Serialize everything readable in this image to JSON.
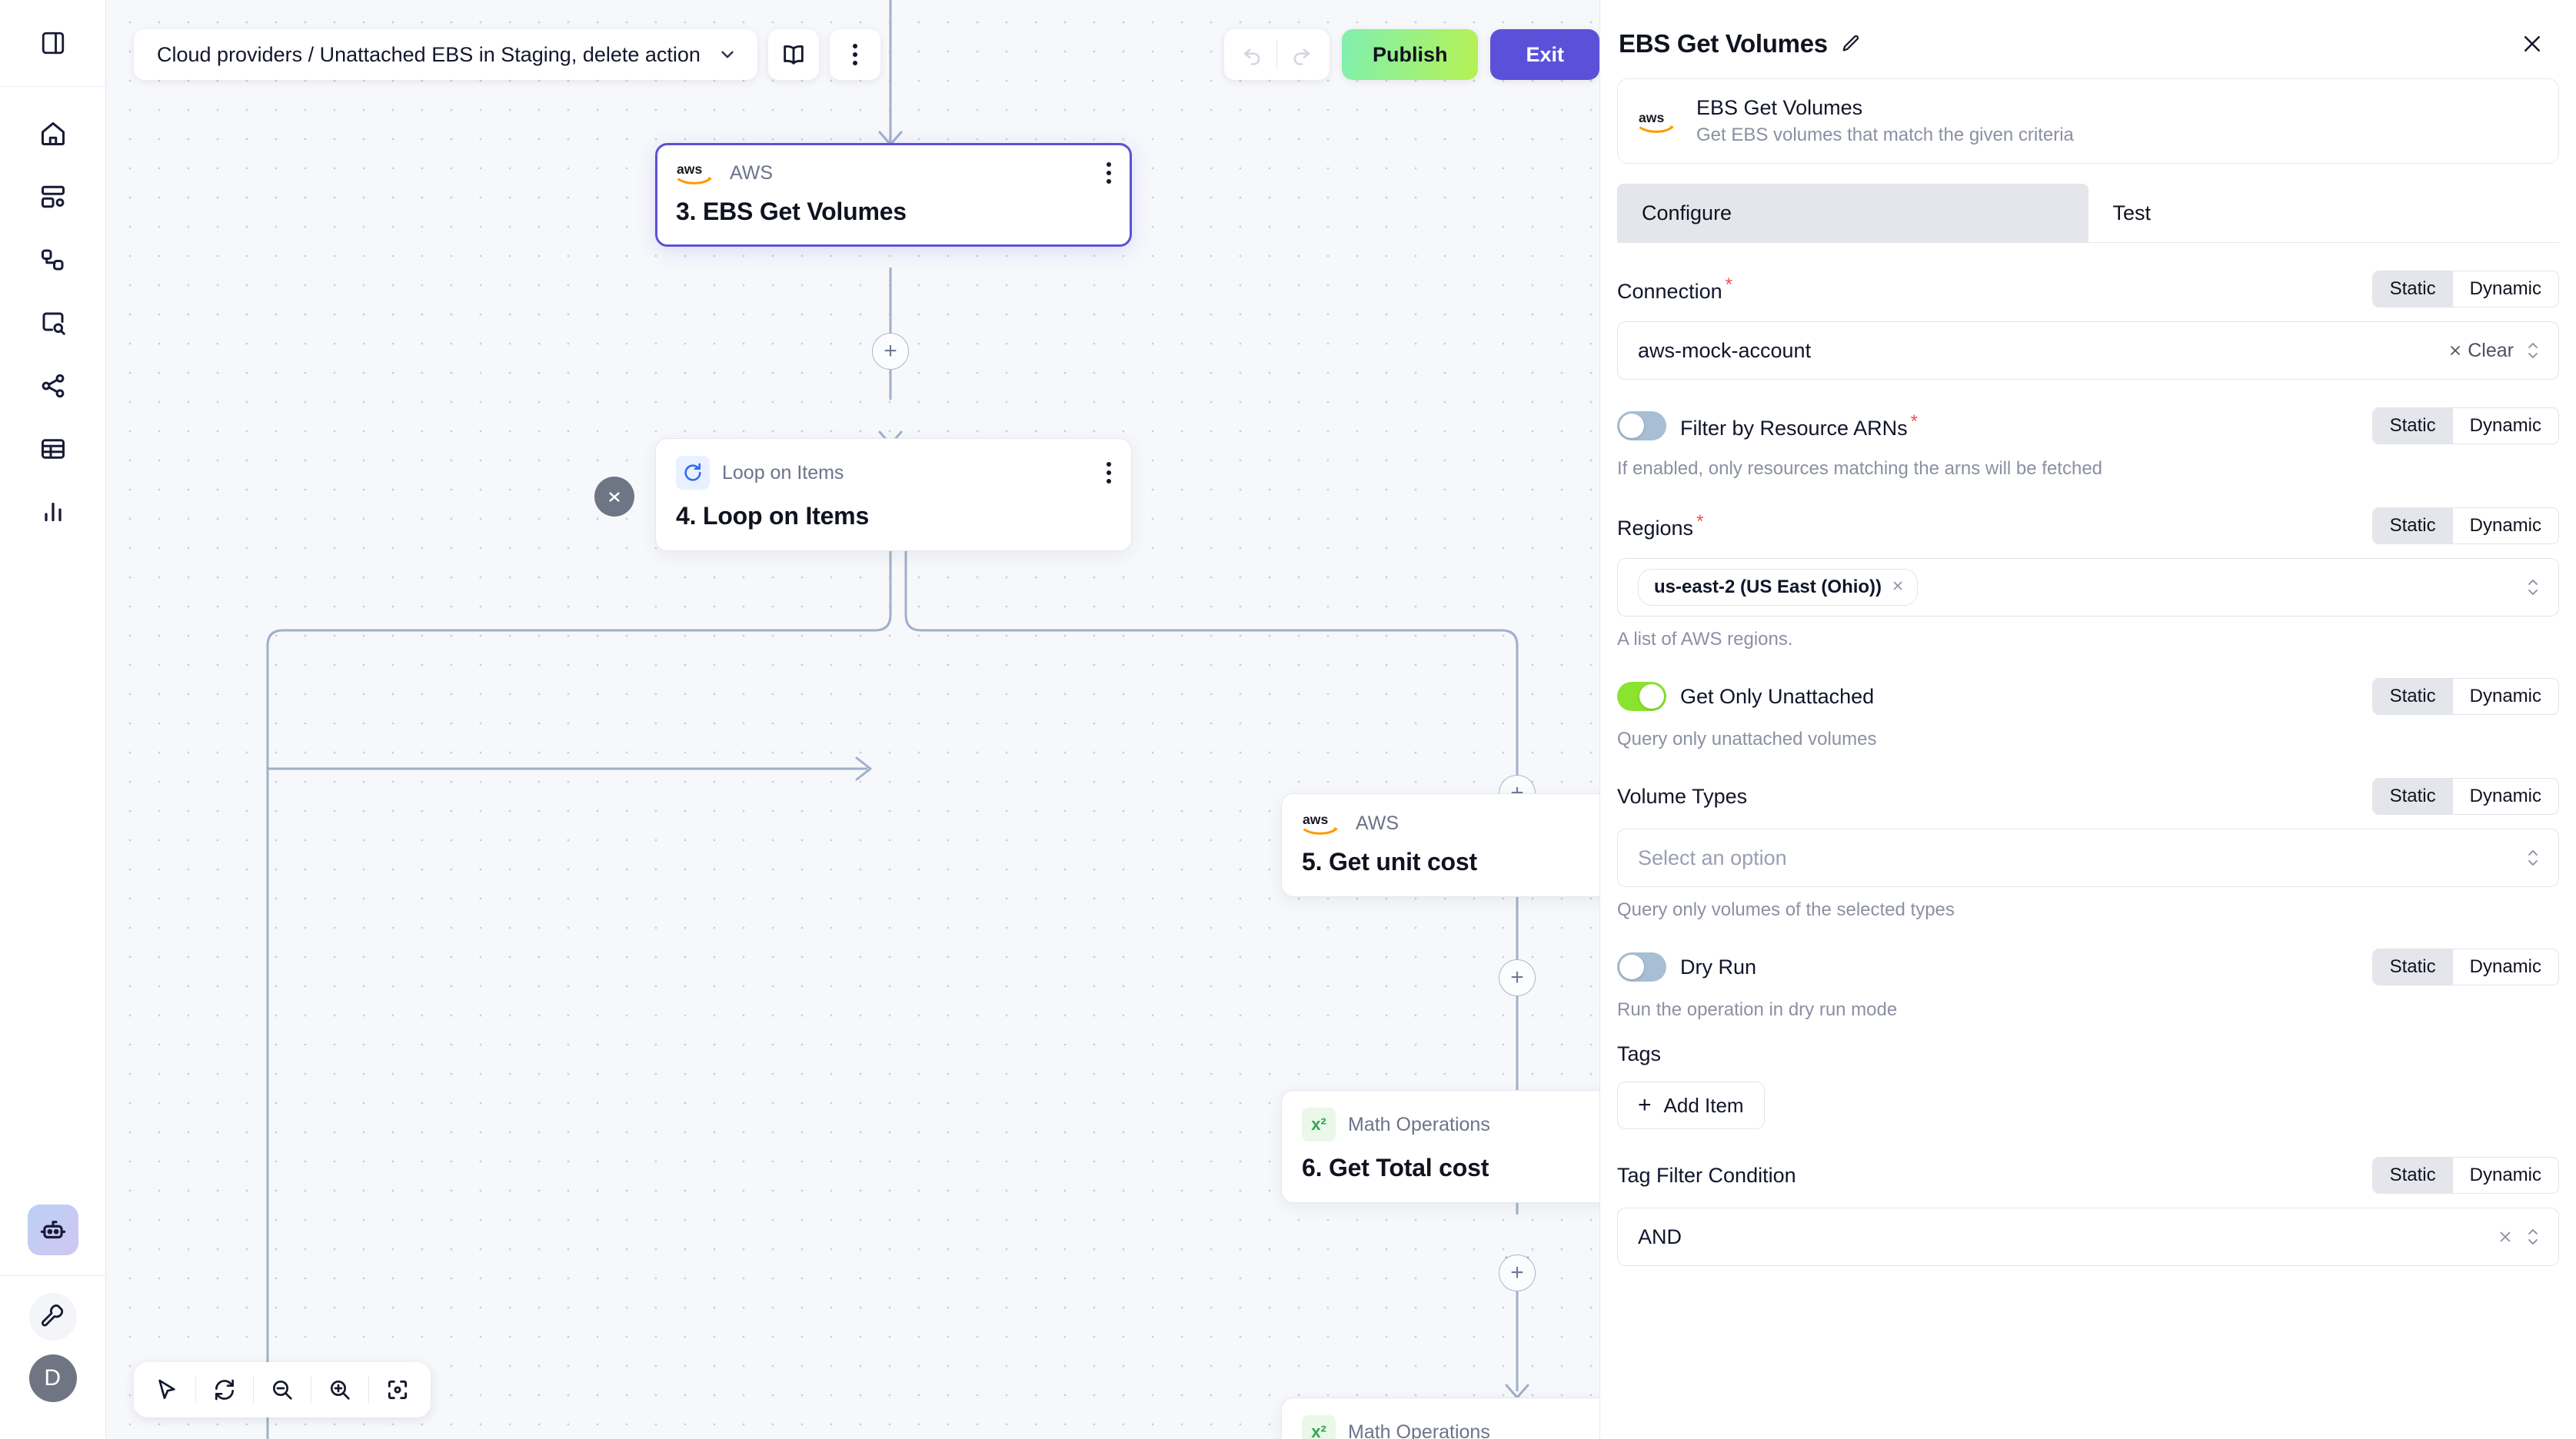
{
  "rail": {
    "top_icon": "panel-toggle-icon",
    "items": [
      {
        "icon": "home-icon",
        "name": "home"
      },
      {
        "icon": "dashboard-settings-icon",
        "name": "workflows"
      },
      {
        "icon": "nodes-icon",
        "name": "integrations"
      },
      {
        "icon": "search-resource-icon",
        "name": "explorer"
      },
      {
        "icon": "share-network-icon",
        "name": "connections"
      },
      {
        "icon": "table-icon",
        "name": "tables"
      },
      {
        "icon": "bar-chart-icon",
        "name": "analytics"
      }
    ],
    "bottom": {
      "robot_icon": "robot-icon",
      "wrench_icon": "wrench-icon",
      "avatar_initial": "D"
    }
  },
  "topbar": {
    "breadcrumb": "Cloud providers / Unattached EBS in Staging, delete action",
    "chevron_icon": "chevron-down-icon",
    "book_icon": "book-icon",
    "more_icon": "more-vertical-icon",
    "undo_icon": "undo-icon",
    "redo_icon": "redo-icon",
    "publish_label": "Publish",
    "exit_label": "Exit",
    "publish_color": "#b6f153",
    "exit_color": "#5b51d8"
  },
  "canvas": {
    "nodes": [
      {
        "type": "AWS",
        "icon": "aws-logo-icon",
        "title": "3. EBS Get Volumes",
        "selected": true
      },
      {
        "type": "Loop on Items",
        "icon": "loop-icon",
        "title": "4. Loop on Items",
        "selected": false
      },
      {
        "type": "AWS",
        "icon": "aws-logo-icon",
        "title": "5. Get unit cost",
        "selected": false
      },
      {
        "type": "Math Operations",
        "icon": "math-icon",
        "title": "6. Get Total cost",
        "selected": false
      },
      {
        "type": "Math Operations",
        "icon": "math-icon",
        "title": "",
        "selected": false
      }
    ],
    "add_button_icon": "plus-icon",
    "collapse_icon": "collapse-chevrons-icon",
    "tools": [
      {
        "icon": "cursor-icon",
        "name": "select-tool"
      },
      {
        "icon": "refresh-icon",
        "name": "reset-tool"
      },
      {
        "icon": "zoom-out-icon",
        "name": "zoom-out-tool"
      },
      {
        "icon": "zoom-in-icon",
        "name": "zoom-in-tool"
      },
      {
        "icon": "fit-view-icon",
        "name": "fit-view-tool"
      }
    ]
  },
  "panel": {
    "title": "EBS Get Volumes",
    "edit_icon": "pencil-icon",
    "close_icon": "close-icon",
    "action": {
      "provider_icon": "aws-logo-icon",
      "name": "EBS Get Volumes",
      "description": "Get EBS volumes that match the given criteria"
    },
    "tabs": [
      {
        "label": "Configure",
        "active": true
      },
      {
        "label": "Test",
        "active": false
      }
    ],
    "segment": {
      "static": "Static",
      "dynamic": "Dynamic"
    },
    "fields": [
      {
        "key": "connection",
        "label": "Connection",
        "required": true,
        "mode": "Static",
        "control": "select",
        "value": "aws-mock-account",
        "clear_label": "Clear",
        "hint": ""
      },
      {
        "key": "filter_by_resource_arns",
        "label": "Filter by Resource ARNs",
        "required": true,
        "mode": "Static",
        "control": "toggle",
        "value": "off",
        "hint": "If enabled, only resources matching the arns will be fetched"
      },
      {
        "key": "regions",
        "label": "Regions",
        "required": true,
        "mode": "Static",
        "control": "multiselect",
        "chips": [
          "us-east-2 (US East (Ohio))"
        ],
        "hint": "A list of AWS regions."
      },
      {
        "key": "get_only_unattached",
        "label": "Get Only Unattached",
        "required": false,
        "mode": "Static",
        "control": "toggle",
        "value": "on",
        "hint": "Query only unattached volumes"
      },
      {
        "key": "volume_types",
        "label": "Volume Types",
        "required": false,
        "mode": "Static",
        "control": "select",
        "placeholder": "Select an option",
        "hint": "Query only volumes of the selected types"
      },
      {
        "key": "dry_run",
        "label": "Dry Run",
        "required": false,
        "mode": "Static",
        "control": "toggle",
        "value": "off",
        "hint": "Run the operation in dry run mode"
      },
      {
        "key": "tags",
        "label": "Tags",
        "required": false,
        "control": "list",
        "add_label": "Add Item",
        "hint": ""
      },
      {
        "key": "tag_filter_condition",
        "label": "Tag Filter Condition",
        "required": false,
        "mode": "Static",
        "control": "select",
        "value": "AND",
        "hint": ""
      }
    ]
  }
}
